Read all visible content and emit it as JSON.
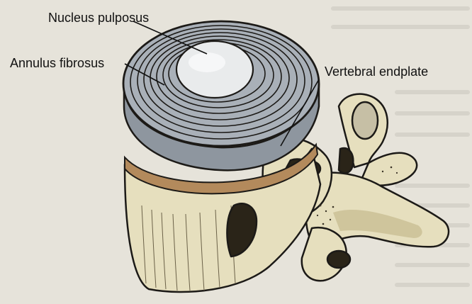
{
  "labels": {
    "nucleus": "Nucleus pulposus",
    "annulus": "Annulus fibrosus",
    "endplate": "Vertebral endplate"
  },
  "colors": {
    "page": "#e6e3da",
    "disc_top": "#a9b0b8",
    "disc_side": "#8e969f",
    "nucleus": "#e9ebec",
    "endplate": "#b38a5c",
    "bone": "#e6dfbe",
    "bone_shadow": "#c9bd90",
    "outline": "#1c1a17"
  }
}
